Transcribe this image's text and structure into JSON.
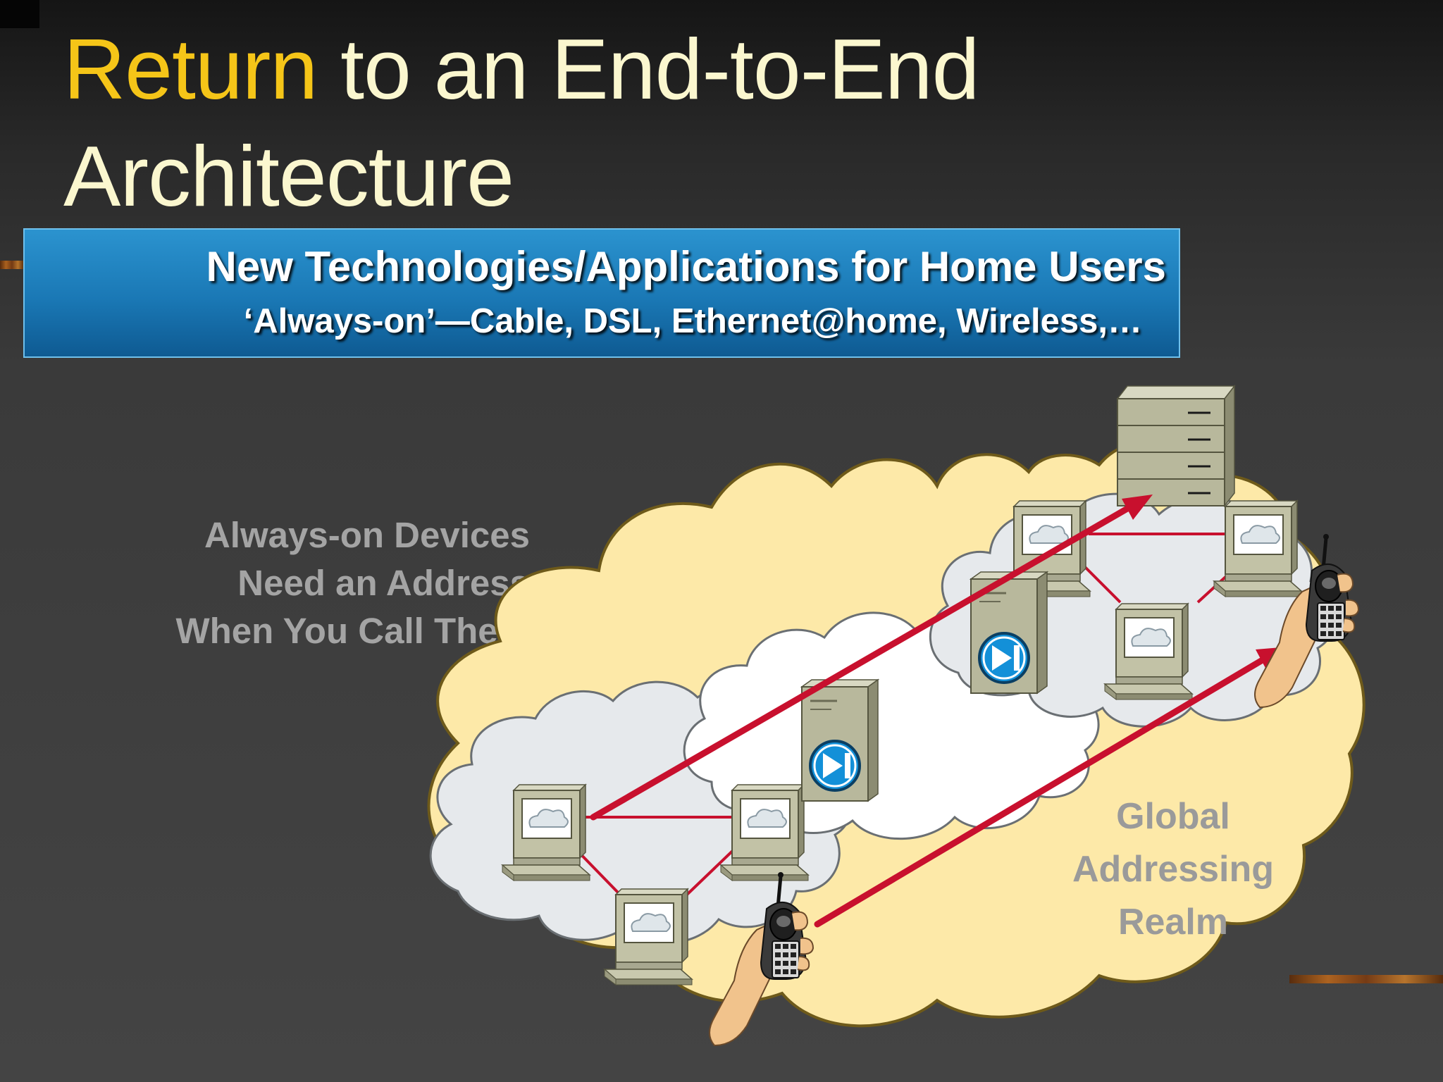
{
  "slide": {
    "title_highlight": "Return",
    "title_rest": " to an End-to-End",
    "title_line2": "Architecture"
  },
  "banner": {
    "line1": "New Technologies/Applications for Home Users",
    "line2": "‘Always-on’—Cable, DSL, Ethernet@home, Wireless,…"
  },
  "side_note": {
    "lines": [
      "Always-on Devices",
      "Need an Address",
      "When You Call Them"
    ]
  },
  "realm_label": {
    "lines": [
      "Global",
      "Addressing",
      "Realm"
    ]
  },
  "colors": {
    "title_highlight": "#f5c518",
    "title_text": "#fbf7cf",
    "banner_blue": "#1a78b5",
    "outer_cloud": "#fde9a8",
    "inner_cloud": "#e6e9ec",
    "link_red": "#c8102e"
  },
  "icons": [
    "pc-icon",
    "server-icon",
    "firewall-icon",
    "cell-phone-icon",
    "cloud-icon"
  ]
}
